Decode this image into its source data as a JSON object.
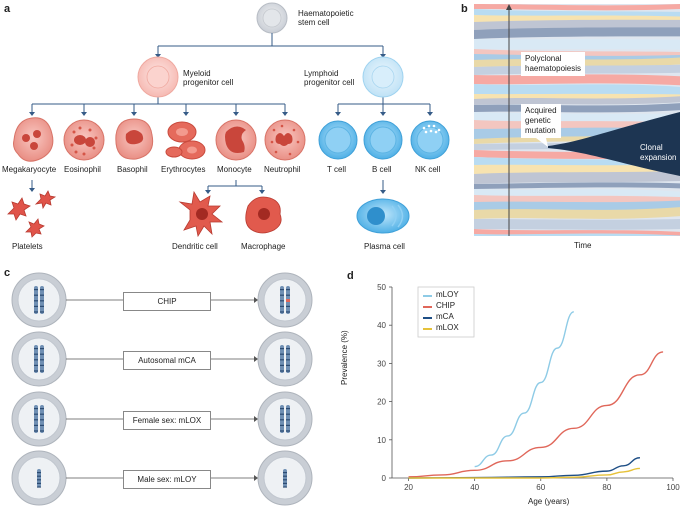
{
  "panel_a": {
    "letter": "a",
    "stem": "Haematopoietic\nstem cell",
    "myeloid": "Myeloid\nprogenitor cell",
    "lymphoid": "Lymphoid\nprogenitor cell",
    "cells": [
      "Megakaryocyte",
      "Eosinophil",
      "Basophil",
      "Erythrocytes",
      "Monocyte",
      "Neutrophil",
      "T cell",
      "B cell",
      "NK cell"
    ],
    "platelets": "Platelets",
    "dendritic": "Dendritic cell",
    "macrophage": "Macrophage",
    "plasma": "Plasma cell"
  },
  "panel_b": {
    "letter": "b",
    "polyclonal": "Polyclonal\nhaematopoiesis",
    "acquired": "Acquired\ngenetic\nmutation",
    "clonal": "Clonal\nexpansion",
    "xlabel": "Time"
  },
  "panel_c": {
    "letter": "c",
    "rows": [
      "CHIP",
      "Autosomal mCA",
      "Female sex: mLOX",
      "Male sex: mLOY"
    ]
  },
  "panel_d": {
    "letter": "d",
    "colors": {
      "mLOY": "#8ecbe6",
      "CHIP": "#e0675a",
      "mCA": "#1f4f86",
      "mLOX": "#e6c23a"
    },
    "chart_data": {
      "type": "line",
      "title": "",
      "xlabel": "Age (years)",
      "ylabel": "Prevalence (%)",
      "xlim": [
        15,
        100
      ],
      "ylim": [
        0,
        50
      ],
      "xticks": [
        20,
        40,
        60,
        80,
        100
      ],
      "yticks": [
        0,
        10,
        20,
        30,
        40,
        50
      ],
      "legend_position": "top-left",
      "series": [
        {
          "name": "mLOY",
          "x": [
            40,
            45,
            50,
            55,
            60,
            65,
            70
          ],
          "y": [
            3,
            6,
            11,
            17,
            25,
            34,
            43.5
          ]
        },
        {
          "name": "CHIP",
          "x": [
            20,
            30,
            40,
            50,
            60,
            70,
            80,
            90,
            97
          ],
          "y": [
            0.3,
            0.8,
            2,
            4.5,
            8,
            13,
            19,
            27,
            33
          ]
        },
        {
          "name": "mCA",
          "x": [
            20,
            40,
            60,
            70,
            80,
            85,
            90
          ],
          "y": [
            0,
            0.1,
            0.3,
            0.7,
            1.8,
            3.2,
            5.3
          ]
        },
        {
          "name": "mLOX",
          "x": [
            20,
            60,
            70,
            80,
            85,
            90
          ],
          "y": [
            0,
            0,
            0.2,
            0.8,
            1.6,
            2.5
          ]
        }
      ]
    }
  }
}
